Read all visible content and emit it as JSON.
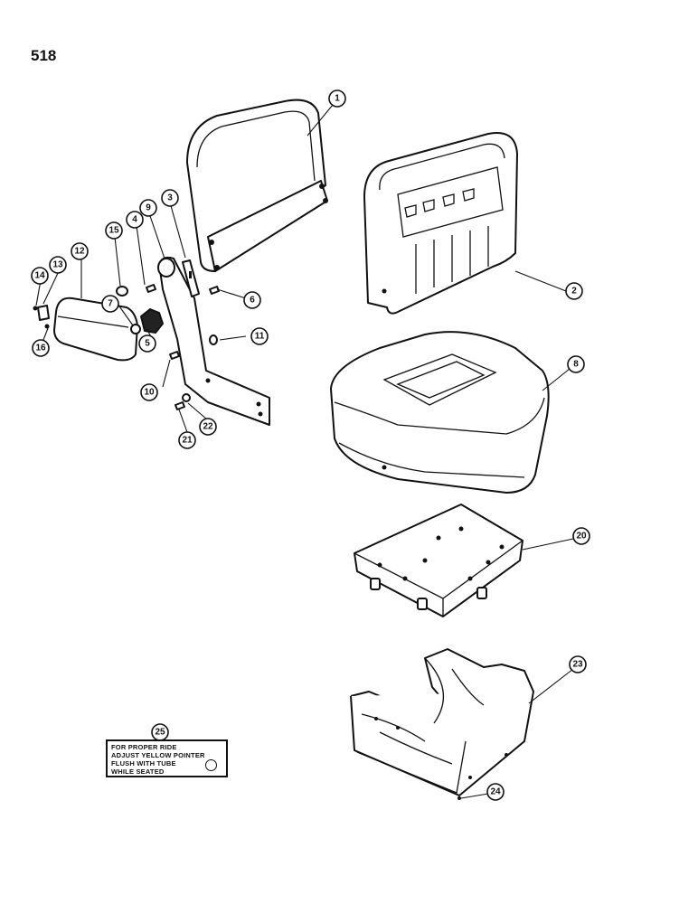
{
  "page": {
    "number": "518"
  },
  "callouts": [
    "1",
    "2",
    "3",
    "4",
    "5",
    "6",
    "7",
    "8",
    "9",
    "10",
    "11",
    "12",
    "13",
    "14",
    "15",
    "16",
    "20",
    "21",
    "22",
    "23",
    "24",
    "25"
  ],
  "decal": {
    "lines": [
      "FOR PROPER RIDE",
      "ADJUST YELLOW POINTER",
      "FLUSH WITH TUBE",
      "WHILE SEATED"
    ]
  },
  "colors": {
    "ink": "#111111",
    "paper": "#ffffff"
  }
}
